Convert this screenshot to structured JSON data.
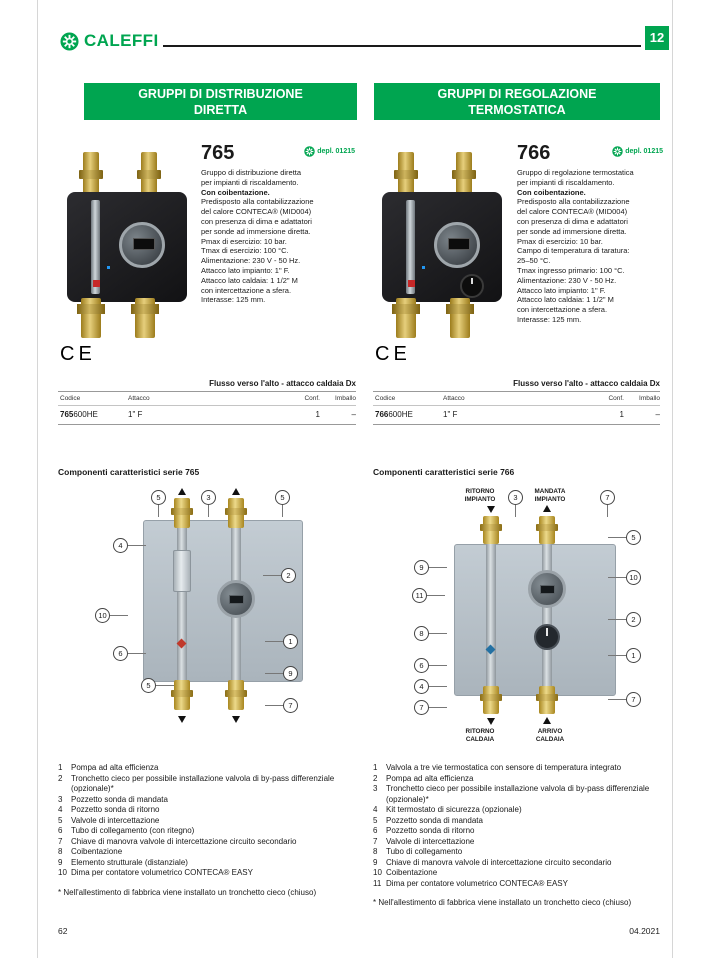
{
  "header": {
    "brand": "CALEFFI",
    "chapter_tab": "12"
  },
  "footer": {
    "page_number": "62",
    "date": "04.2021"
  },
  "colors": {
    "brand_green": "#00A550"
  },
  "left": {
    "title_line1": "GRUPPI DI DISTRIBUZIONE",
    "title_line2": "DIRETTA",
    "product": {
      "code": "765",
      "depl": "depl. 01215",
      "desc_intro": "Gruppo di distribuzione diretta\nper impianti di riscaldamento.",
      "desc_bold": "Con coibentazione.",
      "desc_body": "Predisposto alla contabilizzazione\ndel calore CONTECA® (MID004)\ncon presenza di dima e adattatori\nper sonde ad immersione diretta.\nPmax di esercizio: 10 bar.\nTmax di esercizio: 100 °C.\nAlimentazione: 230 V - 50 Hz.\nAttacco lato impianto: 1\" F.\nAttacco lato caldaia: 1 1/2\" M\ncon intercettazione a sfera.\nInterasse: 125 mm."
    },
    "ce_mark": "CE",
    "table": {
      "caption": "Flusso verso l'alto - attacco caldaia Dx",
      "col_codice": "Codice",
      "col_attacco": "Attacco",
      "col_conf": "Conf.",
      "col_imballo": "Imballo",
      "row": {
        "codice_bold": "765",
        "codice_rest": "600HE",
        "attacco": "1\" F",
        "conf": "1",
        "imballo": "–"
      }
    },
    "components_title": "Componenti caratteristici serie 765",
    "components": [
      {
        "n": "1",
        "text": "Pompa ad alta efficienza"
      },
      {
        "n": "2",
        "text": "Tronchetto cieco per possibile installazione valvola di by-pass differenziale (opzionale)*"
      },
      {
        "n": "3",
        "text": "Pozzetto sonda di mandata"
      },
      {
        "n": "4",
        "text": "Pozzetto sonda di ritorno"
      },
      {
        "n": "5",
        "text": "Valvole di intercettazione"
      },
      {
        "n": "6",
        "text": "Tubo di collegamento (con ritegno)"
      },
      {
        "n": "7",
        "text": "Chiave di manovra valvole di intercettazione circuito secondario"
      },
      {
        "n": "8",
        "text": "Coibentazione"
      },
      {
        "n": "9",
        "text": "Elemento strutturale (distanziale)"
      },
      {
        "n": "10",
        "text": "Dima per contatore volumetrico CONTECA® EASY"
      }
    ],
    "footnote": "* Nell'allestimento di fabbrica viene installato un tronchetto cieco (chiuso)",
    "diagram": {
      "callouts": [
        "5",
        "3",
        "5",
        "4",
        "2",
        "10",
        "6",
        "1",
        "9",
        "5",
        "7"
      ]
    }
  },
  "right": {
    "title_line1": "GRUPPI DI REGOLAZIONE",
    "title_line2": "TERMOSTATICA",
    "product": {
      "code": "766",
      "depl": "depl. 01215",
      "desc_intro": "Gruppo di regolazione termostatica\nper impianti di riscaldamento.",
      "desc_bold": "Con coibentazione.",
      "desc_body": "Predisposto alla contabilizzazione\ndel calore CONTECA® (MID004)\ncon presenza di dima e adattatori\nper sonde ad immersione diretta.\nPmax di esercizio: 10 bar.\nCampo di temperatura di taratura:\n25–50 °C.\nTmax ingresso primario: 100 °C.\nAlimentazione: 230 V - 50 Hz.\nAttacco lato impianto: 1\" F.\nAttacco lato caldaia: 1 1/2\" M\ncon intercettazione a sfera.\nInterasse: 125 mm."
    },
    "ce_mark": "CE",
    "table": {
      "caption": "Flusso verso l'alto - attacco caldaia Dx",
      "col_codice": "Codice",
      "col_attacco": "Attacco",
      "col_conf": "Conf.",
      "col_imballo": "Imballo",
      "row": {
        "codice_bold": "766",
        "codice_rest": "600HE",
        "attacco": "1\" F",
        "conf": "1",
        "imballo": "–"
      }
    },
    "components_title": "Componenti caratteristici serie 766",
    "components": [
      {
        "n": "1",
        "text": "Valvola a tre vie termostatica con sensore di temperatura integrato"
      },
      {
        "n": "2",
        "text": "Pompa ad alta efficienza"
      },
      {
        "n": "3",
        "text": "Tronchetto cieco per possibile installazione valvola di by-pass differenziale (opzionale)*"
      },
      {
        "n": "4",
        "text": "Kit termostato di sicurezza (opzionale)"
      },
      {
        "n": "5",
        "text": "Pozzetto sonda di mandata"
      },
      {
        "n": "6",
        "text": "Pozzetto sonda di ritorno"
      },
      {
        "n": "7",
        "text": "Valvole di intercettazione"
      },
      {
        "n": "8",
        "text": "Tubo di collegamento"
      },
      {
        "n": "9",
        "text": "Chiave di manovra valvole di intercettazione circuito secondario"
      },
      {
        "n": "10",
        "text": "Coibentazione"
      },
      {
        "n": "11",
        "text": "Dima per contatore volumetrico CONTECA® EASY"
      }
    ],
    "footnote": "* Nell'allestimento di fabbrica viene installato un tronchetto cieco (chiuso)",
    "diagram": {
      "callouts": [
        "3",
        "7",
        "5",
        "10",
        "2",
        "1",
        "7",
        "9",
        "11",
        "8",
        "6",
        "4",
        "7"
      ],
      "labels": {
        "top_left": "RITORNO\nIMPIANTO",
        "top_right": "MANDATA\nIMPIANTO",
        "bottom_left": "RITORNO\nCALDAIA",
        "bottom_right": "ARRIVO\nCALDAIA"
      }
    }
  }
}
